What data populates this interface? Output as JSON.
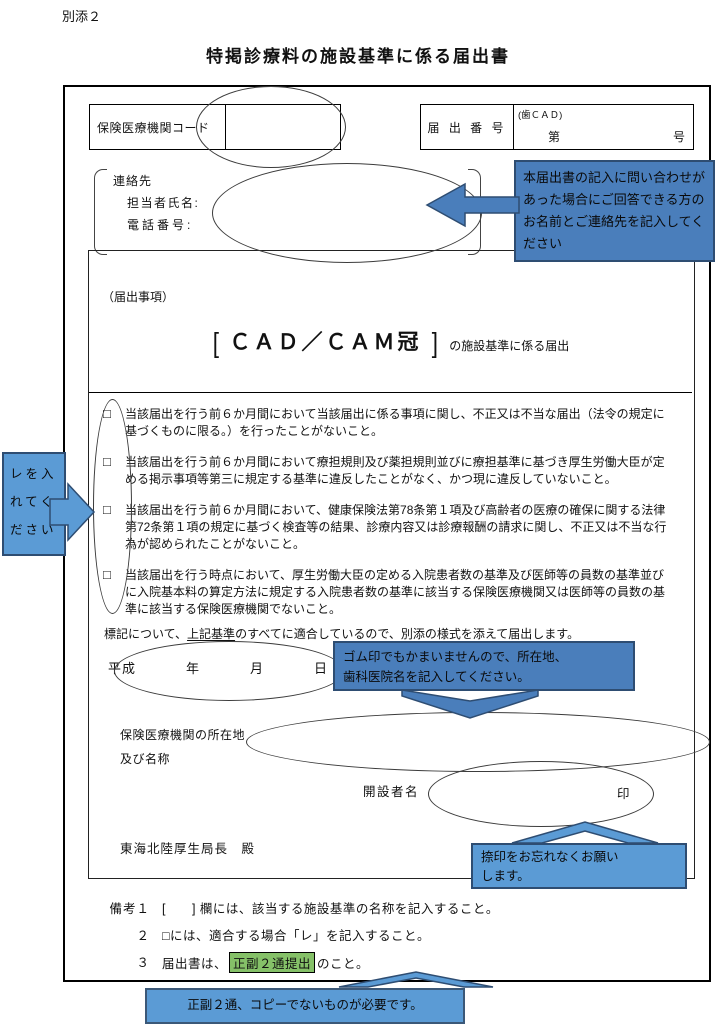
{
  "page": {
    "tag": "別添２",
    "title": "特掲診療料の施設基準に係る届出書"
  },
  "header_row": {
    "code_label": "保険医療機関コード",
    "notif_label": "届 出 番 号",
    "notif_pre": "(歯ＣＡＤ)",
    "notif_dai": "第",
    "notif_go": "号"
  },
  "contact": {
    "heading": "連絡先",
    "name_label": "担当者氏名:",
    "phone_label": "電話番号:"
  },
  "callouts": {
    "contact_note": "本届出書の記入に問い合わせがあった場合にご回答できる方のお名前とご連絡先を記入してください",
    "check_note_l1": "レを入",
    "check_note_l2": "れてく",
    "check_note_l3": "ださい",
    "stamp_note_l1": "ゴム印でもかまいませんので、所在地、",
    "stamp_note_l2": "歯科医院名を記入してください。",
    "seal_note_l1": "捺印をお忘れなくお願い",
    "seal_note_l2": "します。",
    "copies_note": "正副２通、コピーでないものが必要です。"
  },
  "body": {
    "section_label": "（届出事項）",
    "bracket_open": "[",
    "facility_name": "ＣＡＤ／ＣＡＭ冠",
    "bracket_close": "]",
    "facility_suffix": "の施設基準に係る届出",
    "checkbox_glyph": "□",
    "items": [
      "当該届出を行う前６か月間において当該届出に係る事項に関し、不正又は不当な届出（法令の規定に基づくものに限る。）を行ったことがないこと。",
      "当該届出を行う前６か月間において療担規則及び薬担規則並びに療担基準に基づき厚生労働大臣が定める掲示事項等第三に規定する基準に違反したことがなく、かつ現に違反していないこと。",
      "当該届出を行う前６か月間において、健康保険法第78条第１項及び高齢者の医療の確保に関する法律第72条第１項の規定に基づく検査等の結果、診療内容又は診療報酬の請求に関し、不正又は不当な行為が認められたことがないこと。",
      "当該届出を行う時点において、厚生労働大臣の定める入院患者数の基準及び医師等の員数の基準並びに入院基本料の算定方法に規定する入院患者数の基準に該当する保険医療機関又は医師等の員数の基準に該当する保険医療機関でないこと。"
    ],
    "declaration_pre": "標記について、",
    "declaration_underline": "上記基準",
    "declaration_post": "のすべてに適合しているので、別添の様式を添えて届出します。",
    "date": {
      "era": "平成",
      "year": "年",
      "month": "月",
      "day": "日"
    },
    "address_label_1": "保険医療機関の所在地",
    "address_label_2": "及び名称",
    "founder_label": "開設者名",
    "seal_mark": "印",
    "recipient": "東海北陸厚生局長　殿"
  },
  "notes": {
    "n1_label": "備考１",
    "n1_text": "[　　] 欄には、該当する施設基準の名称を記入すること。",
    "n2_label": "２",
    "n2_text": "□には、適合する場合「レ」を記入すること。",
    "n3_label": "３",
    "n3_pre": "届出書は、",
    "n3_highlight": "正副２通提出",
    "n3_post": "のこと。"
  },
  "colors": {
    "callout_blue": "#4a7ebb",
    "callout_blue_light": "#5b9bd5",
    "callout_border": "#2e4d72",
    "highlight_green": "#85c168"
  }
}
